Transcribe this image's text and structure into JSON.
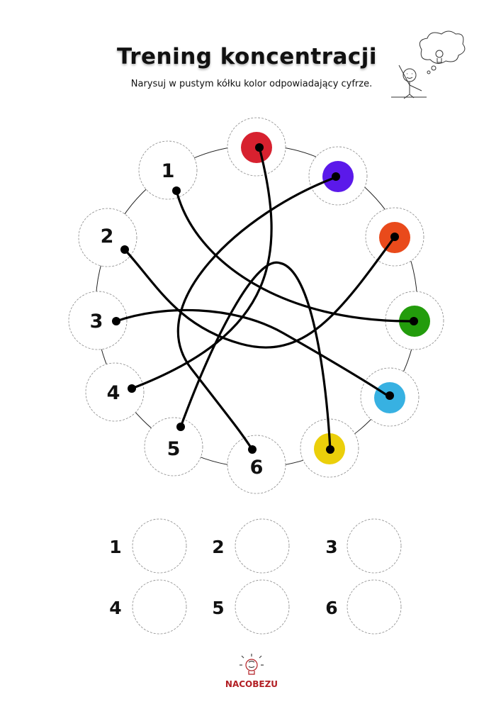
{
  "header": {
    "title": "Trening  koncentracji",
    "instruction": "Narysuj w pustym kółku kolor odpowiadający cyfrze."
  },
  "puzzle": {
    "number_labels": [
      "1",
      "2",
      "3",
      "4",
      "5",
      "6"
    ],
    "color_dots": [
      {
        "name": "red",
        "color": "#d7212f"
      },
      {
        "name": "purple",
        "color": "#5b19ea"
      },
      {
        "name": "orange",
        "color": "#e94a1b"
      },
      {
        "name": "green",
        "color": "#239c0c"
      },
      {
        "name": "blue",
        "color": "#37b1e2"
      },
      {
        "name": "yellow",
        "color": "#ebcf0a"
      }
    ]
  },
  "answers": {
    "labels": [
      "1",
      "2",
      "3",
      "4",
      "5",
      "6"
    ]
  },
  "footer": {
    "brand": "NACOBEZU"
  }
}
